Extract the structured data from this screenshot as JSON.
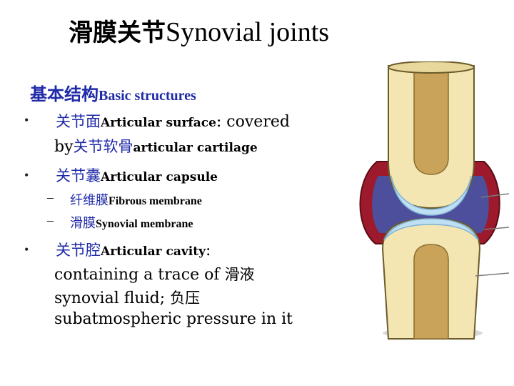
{
  "title": {
    "cjk": "滑膜关节",
    "en": "Synovial  joints"
  },
  "subheading": {
    "cjk": "基本结构",
    "en": "Basic structures"
  },
  "bullets": [
    {
      "cjk": "关节面",
      "en_bold": "Articular surface",
      "tail": ": covered",
      "line2_prefix": "by",
      "line2_cjk": "关节软骨",
      "line2_en": "articular cartilage"
    },
    {
      "cjk": "关节囊",
      "en_bold": "Articular capsule",
      "subitems": [
        {
          "cjk": "纤维膜",
          "en": "Fibrous membrane"
        },
        {
          "cjk": "滑膜",
          "en": "Synovial membrane"
        }
      ]
    },
    {
      "cjk": "关节腔",
      "en_bold": "Articular cavity",
      "tail": ":",
      "line2_en": "containing a trace of ",
      "line2_cjk": "滑液",
      "line3_en": "synovial fluid; ",
      "line3_cjk": "负压",
      "line4_en": "subatmospheric pressure in it"
    }
  ],
  "colors": {
    "heading_blue": "#1f2aa8",
    "bone": "#f3e6b3",
    "marrow": "#c9a35a",
    "cartilage": "#bfe0f3",
    "capsule_red": "#a61c2e",
    "cavity": "#5a5aa8"
  }
}
